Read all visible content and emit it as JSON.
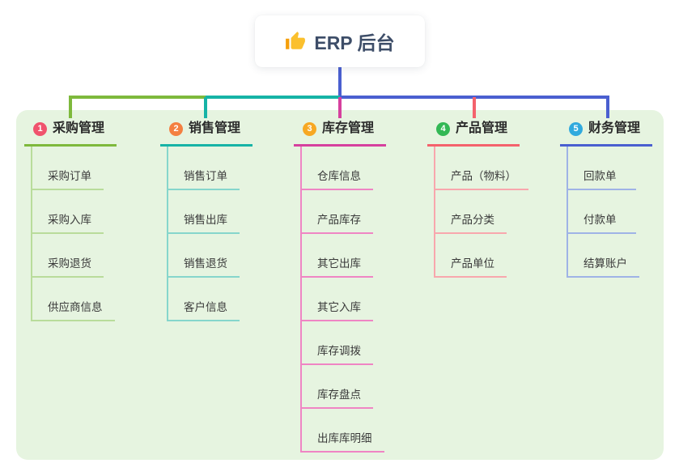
{
  "root": {
    "label": "ERP 后台",
    "icon": "thumbs-up-icon"
  },
  "colors": {
    "connector_blue": "#4a5fd0",
    "panel_bg": "#e6f4e0",
    "root_text": "#3d4d68",
    "thumb_main": "#fbc02d",
    "thumb_cuff": "#f59f0b"
  },
  "branches": [
    {
      "number": "1",
      "title": "采购管理",
      "color": "#7eb93c",
      "light_color": "#b9dc9b",
      "badge_color": "#f0536d",
      "children": [
        "采购订单",
        "采购入库",
        "采购退货",
        "供应商信息"
      ]
    },
    {
      "number": "2",
      "title": "销售管理",
      "color": "#16b3a6",
      "light_color": "#86d6cc",
      "badge_color": "#f48041",
      "children": [
        "销售订单",
        "销售出库",
        "销售退货",
        "客户信息"
      ]
    },
    {
      "number": "3",
      "title": "库存管理",
      "color": "#d6409e",
      "light_color": "#ef85c4",
      "badge_color": "#f7a823",
      "children": [
        "仓库信息",
        "产品库存",
        "其它出库",
        "其它入库",
        "库存调拨",
        "库存盘点",
        "出库库明细"
      ]
    },
    {
      "number": "4",
      "title": "产品管理",
      "color": "#f4626c",
      "light_color": "#f8a7ad",
      "badge_color": "#33b855",
      "children": [
        "产品（物料）",
        "产品分类",
        "产品单位"
      ]
    },
    {
      "number": "5",
      "title": "财务管理",
      "color": "#4a5fd0",
      "light_color": "#9fb3e6",
      "badge_color": "#31aade",
      "children": [
        "回款单",
        "付款单",
        "结算账户"
      ]
    }
  ]
}
